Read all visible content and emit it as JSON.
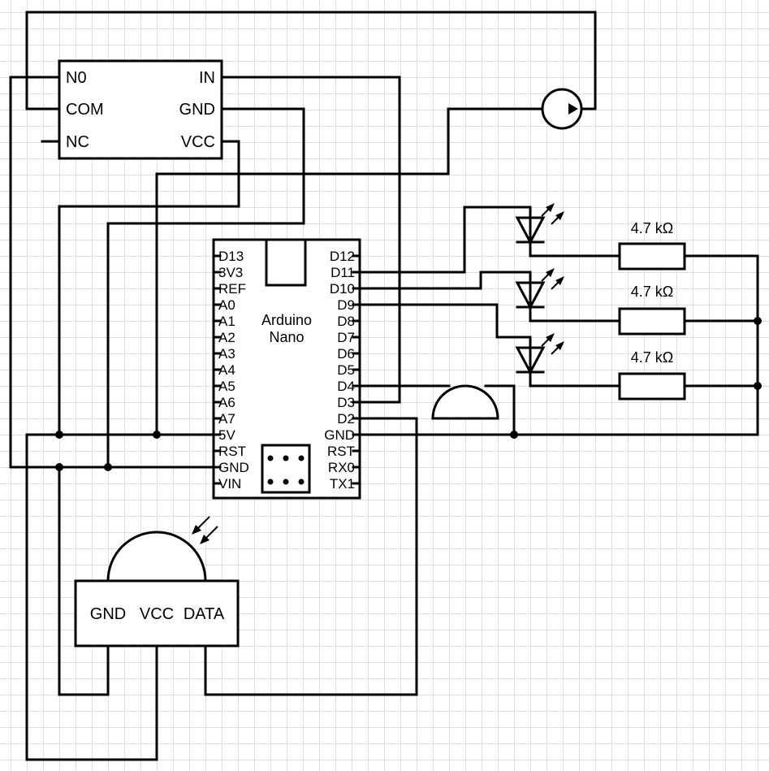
{
  "relay": {
    "pins_left": [
      "N0",
      "COM",
      "NC"
    ],
    "pins_right": [
      "IN",
      "GND",
      "VCC"
    ]
  },
  "arduino": {
    "title_line1": "Arduino",
    "title_line2": "Nano",
    "pins_left": [
      "D13",
      "3V3",
      "REF",
      "A0",
      "A1",
      "A2",
      "A3",
      "A4",
      "A5",
      "A6",
      "A7",
      "5V",
      "RST",
      "GND",
      "VIN"
    ],
    "pins_right": [
      "D12",
      "D11",
      "D10",
      "D9",
      "D8",
      "D7",
      "D6",
      "D5",
      "D4",
      "D3",
      "D2",
      "GND",
      "RST",
      "RX0",
      "TX1"
    ]
  },
  "resistors": [
    {
      "label": "4.7 kΩ"
    },
    {
      "label": "4.7 kΩ"
    },
    {
      "label": "4.7 kΩ"
    }
  ],
  "sensor": {
    "pins": [
      "GND",
      "VCC",
      "DATA"
    ]
  },
  "icons": {
    "pump": "pump-motor-icon",
    "led": "led-icon",
    "buzzer": "buzzer-icon",
    "light_sensor": "light-sensor-icon"
  }
}
